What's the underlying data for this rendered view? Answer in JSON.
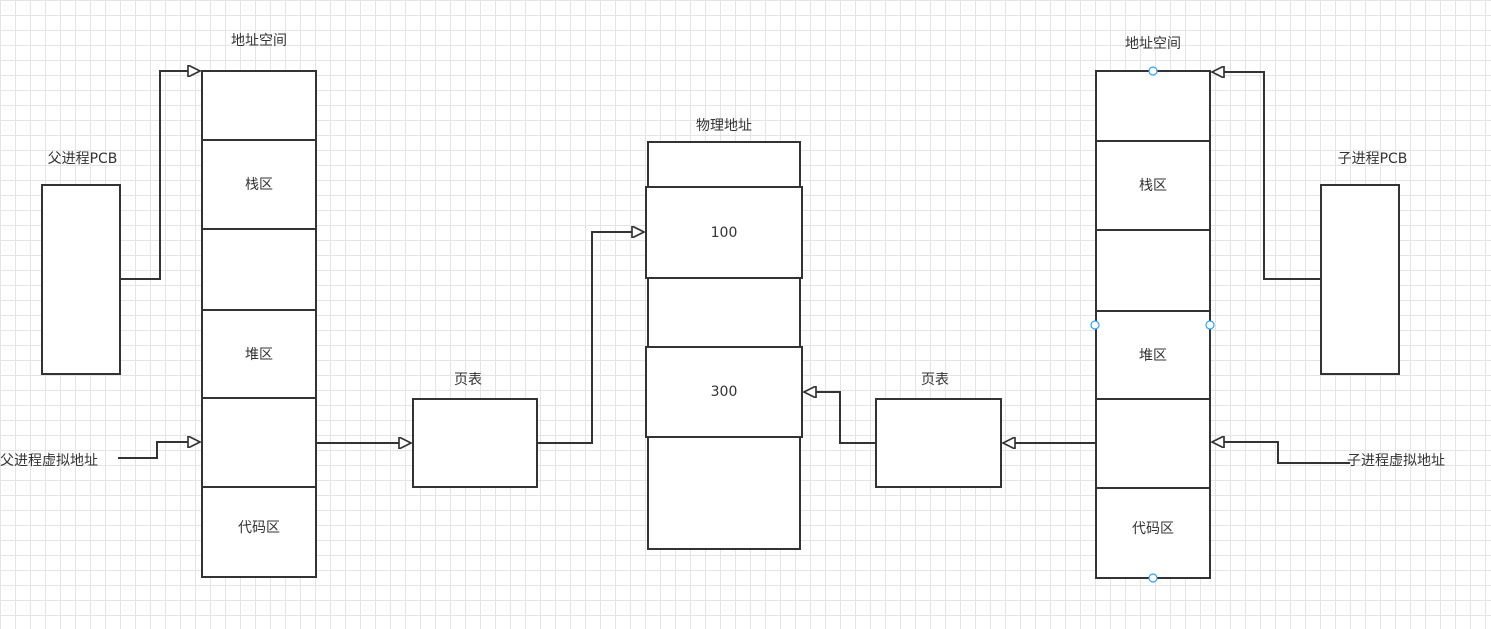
{
  "diagram": {
    "left": {
      "address_space_title": "地址空间",
      "pcb_label": "父进程PCB",
      "virtual_address_label": "父进程虚拟地址",
      "page_table_label": "页表",
      "segments": [
        "",
        "栈区",
        "",
        "堆区",
        "",
        "代码区"
      ]
    },
    "right": {
      "address_space_title": "地址空间",
      "pcb_label": "子进程PCB",
      "virtual_address_label": "子进程虚拟地址",
      "page_table_label": "页表",
      "segments": [
        "",
        "栈区",
        "",
        "堆区",
        "",
        "代码区"
      ]
    },
    "physical": {
      "title": "物理地址",
      "blocks": [
        "",
        "100",
        "",
        "300",
        ""
      ]
    }
  },
  "colors": {
    "stroke": "#333333",
    "grid": "#e4e4e4",
    "selection_handle": "#29a3ff",
    "background": "#ffffff"
  }
}
